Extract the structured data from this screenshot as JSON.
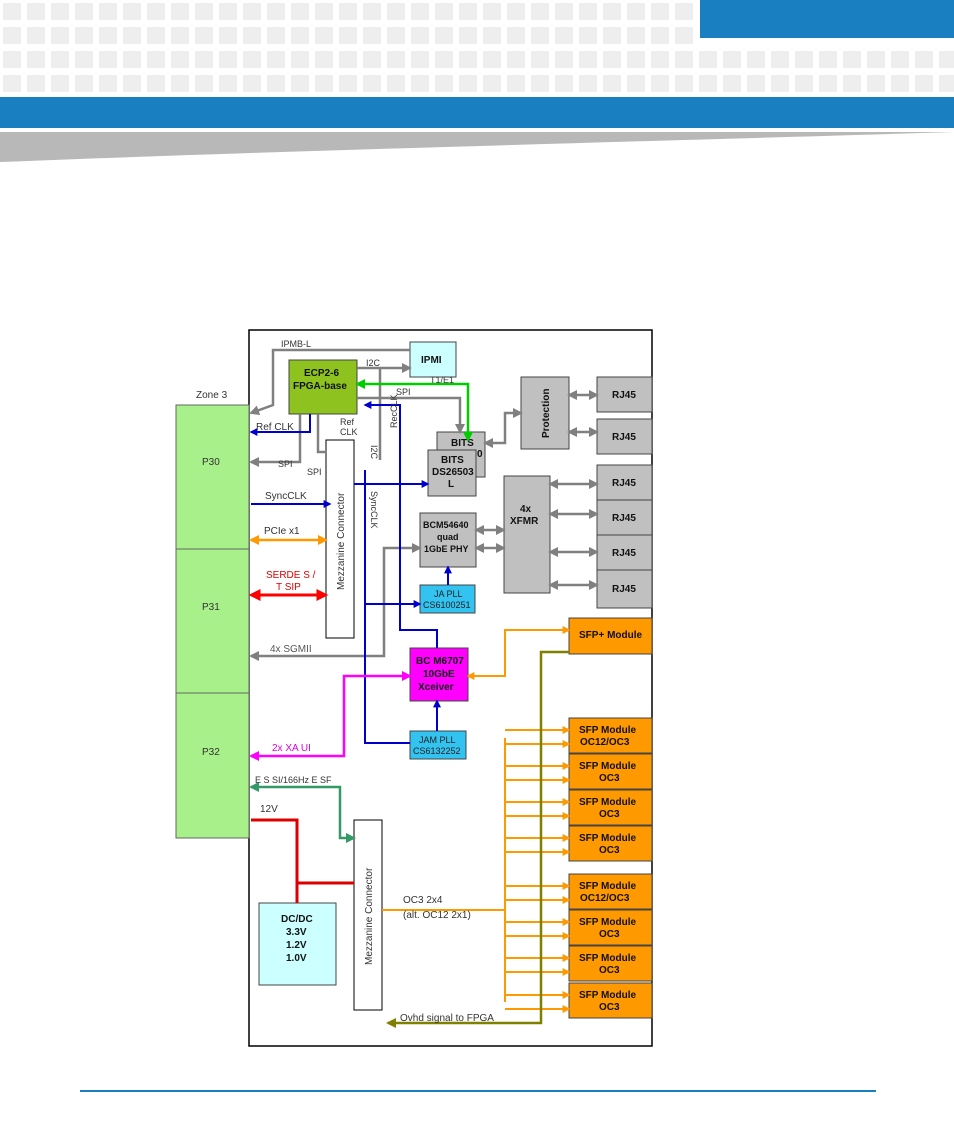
{
  "header": {
    "brand_color": "#1a7fc1",
    "grid_color": "#eeeeee",
    "swoosh_color": "#b8b8b8"
  },
  "diagram": {
    "zone_label": "Zone 3",
    "connectors": [
      "P30",
      "P31",
      "P32"
    ],
    "fpga": {
      "line1": "ECP2-6",
      "line2": "FPGA-base"
    },
    "ipmi": "IPMI",
    "protection": "Protection",
    "bits_back": {
      "line1": "BITS",
      "line2": "0"
    },
    "bits_front": {
      "line1": "BITS",
      "line2": "DS26503",
      "line3": "L"
    },
    "xfmr": {
      "line1": "4x",
      "line2": "XFMR"
    },
    "phy": {
      "line1": "BCM54640",
      "line2": "quad",
      "line3": "1GbE PHY"
    },
    "ja_pll_top": {
      "line1": "JA PLL",
      "line2": "CS6100251"
    },
    "ja_pll_bottom": {
      "line1": "JAM PLL",
      "line2": "CS6132252"
    },
    "bcm_10g": {
      "line1": "BC M6707",
      "line2": "10GbE",
      "line3": "Xceiver"
    },
    "rj45": [
      "RJ45",
      "RJ45",
      "RJ45",
      "RJ45",
      "RJ45",
      "RJ45"
    ],
    "sfp_plus": "SFP+ Module",
    "sfp_modules": [
      {
        "line1": "SFP Module",
        "line2": "OC12/OC3"
      },
      {
        "line1": "SFP Module",
        "line2": "OC3"
      },
      {
        "line1": "SFP Module",
        "line2": "OC3"
      },
      {
        "line1": "SFP Module",
        "line2": "OC3"
      },
      {
        "line1": "SFP Module",
        "line2": "OC12/OC3"
      },
      {
        "line1": "SFP Module",
        "line2": "OC3"
      },
      {
        "line1": "SFP Module",
        "line2": "OC3"
      },
      {
        "line1": "SFP Module",
        "line2": "OC3"
      }
    ],
    "mezz_connector": "Mezzanine Connector",
    "dcdc": {
      "line1": "DC/DC",
      "line2": "3.3V",
      "line3": "1.2V",
      "line4": "1.0V"
    },
    "labels": {
      "ipmb": "IPMB-L",
      "i2c_top": "I2C",
      "t1e1": "T1/E1",
      "spi_top": "SPI",
      "ref_clk_right": "Ref",
      "ref_clk_right2": "CLK",
      "i2c_vert": "I2C",
      "recclk": "RecCLK",
      "ref_clk_left": "Ref  CLK",
      "spi_left": "SPI",
      "spi_mid": "SPI",
      "syncclk": "SyncCLK",
      "syncclk_vert": "SyncCLK",
      "pcie": "PCIe x1",
      "serdes": "SERDE S /",
      "tsip": "T SIP",
      "sgmii": "4x SGMII",
      "xaui": "2x XA UI",
      "essi": "E S SI/166Hz E SF",
      "v12": "12V",
      "oc3": "OC3 2x4",
      "oc12": "(alt. OC12 2x1)",
      "ovhd": "Ovhd signal to FPGA"
    },
    "colors": {
      "fpga": "#8dc21f",
      "connector": "#a8f08a",
      "ipmi": "#ccffff",
      "dcdc": "#ccffff",
      "pll": "#33c3f0",
      "gray_block": "#c0c0c0",
      "magenta": "#ff00ff",
      "orange": "#ff9900",
      "olive": "#808000"
    }
  }
}
